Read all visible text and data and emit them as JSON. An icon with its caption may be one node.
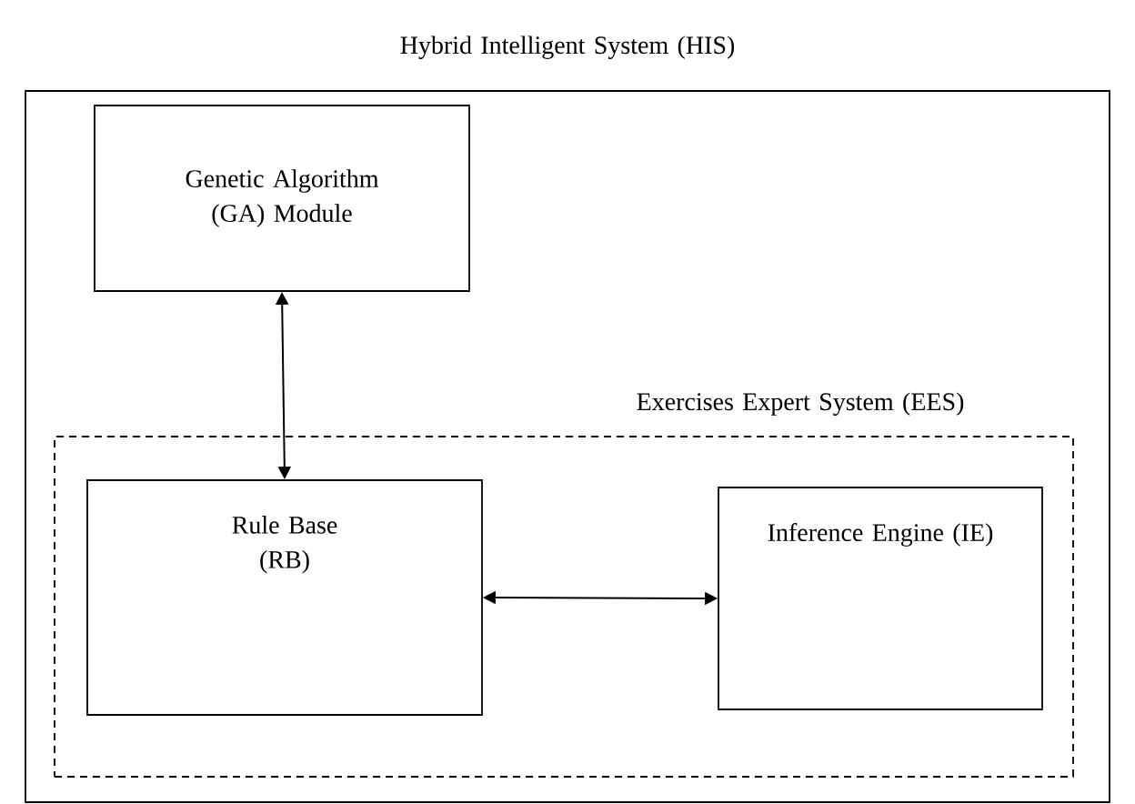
{
  "diagram": {
    "nodes": [
      {
        "text": [
          "Hybrid Intelligent System (HIS)"
        ]
      },
      {
        "text": [
          "Genetic Algorithm (GA) Module"
        ],
        "in": 0
      },
      {
        "text": [
          "Exercises Expert System (EES)"
        ],
        "in": 0
      },
      {
        "text": [
          "Rule Base (RB)"
        ],
        "in": 2
      },
      {
        "text": [
          "Inference Engine (IE)"
        ],
        "in": 2
      }
    ],
    "edges": [
      {
        "from": 1,
        "to": 3,
        "arrow": "both"
      },
      {
        "from": 3,
        "to": 4,
        "arrow": "both"
      }
    ]
  }
}
